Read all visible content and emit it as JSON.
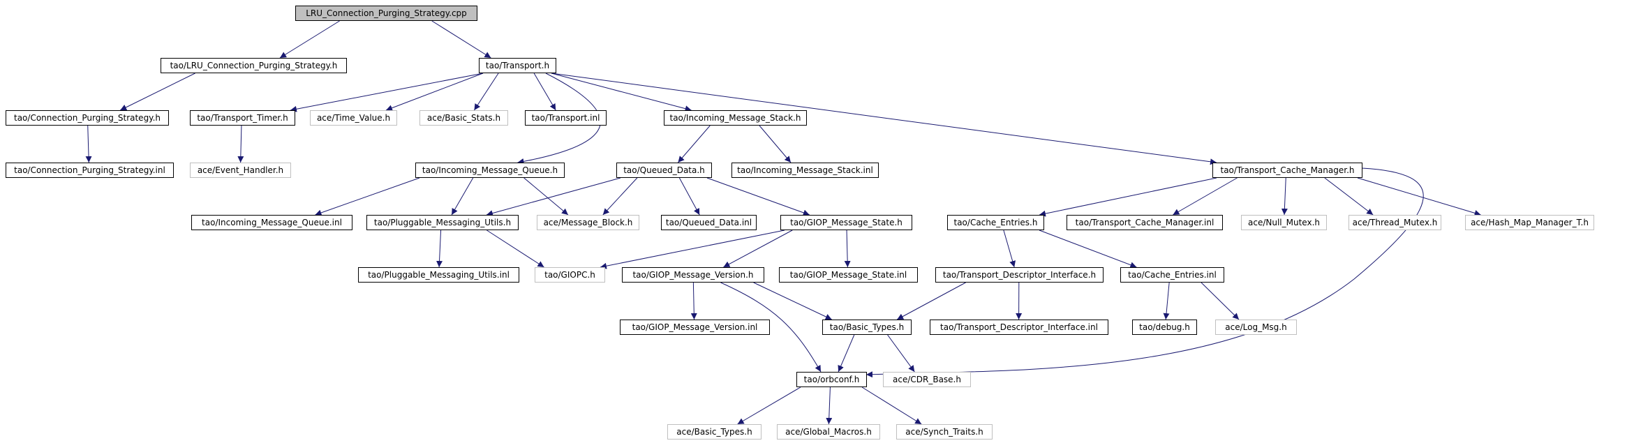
{
  "colors": {
    "edge": "#191970",
    "box_border_defined": "#000000",
    "box_border_external": "#bfbfbf",
    "root_fill": "#bfbfbf",
    "text": "#000000"
  },
  "graph": {
    "nodes": [
      {
        "id": "root",
        "label": "LRU_Connection_Purging_Strategy.cpp",
        "kind": "root"
      },
      {
        "id": "lru_h",
        "label": "tao/LRU_Connection_Purging_Strategy.h",
        "kind": "defined"
      },
      {
        "id": "transport_h",
        "label": "tao/Transport.h",
        "kind": "defined"
      },
      {
        "id": "cps_h",
        "label": "tao/Connection_Purging_Strategy.h",
        "kind": "defined"
      },
      {
        "id": "cps_inl",
        "label": "tao/Connection_Purging_Strategy.inl",
        "kind": "defined"
      },
      {
        "id": "timer_h",
        "label": "tao/Transport_Timer.h",
        "kind": "defined"
      },
      {
        "id": "event_h",
        "label": "ace/Event_Handler.h",
        "kind": "external"
      },
      {
        "id": "timevalue_h",
        "label": "ace/Time_Value.h",
        "kind": "external"
      },
      {
        "id": "basicstats_h",
        "label": "ace/Basic_Stats.h",
        "kind": "external"
      },
      {
        "id": "transport_inl",
        "label": "tao/Transport.inl",
        "kind": "defined"
      },
      {
        "id": "ims_h",
        "label": "tao/Incoming_Message_Stack.h",
        "kind": "defined"
      },
      {
        "id": "tcm_h",
        "label": "tao/Transport_Cache_Manager.h",
        "kind": "defined"
      },
      {
        "id": "imq_h",
        "label": "tao/Incoming_Message_Queue.h",
        "kind": "defined"
      },
      {
        "id": "qd_h",
        "label": "tao/Queued_Data.h",
        "kind": "defined"
      },
      {
        "id": "ims_inl",
        "label": "tao/Incoming_Message_Stack.inl",
        "kind": "defined"
      },
      {
        "id": "imq_inl",
        "label": "tao/Incoming_Message_Queue.inl",
        "kind": "defined"
      },
      {
        "id": "pmu_h",
        "label": "tao/Pluggable_Messaging_Utils.h",
        "kind": "defined"
      },
      {
        "id": "mb_h",
        "label": "ace/Message_Block.h",
        "kind": "external"
      },
      {
        "id": "qd_inl",
        "label": "tao/Queued_Data.inl",
        "kind": "defined"
      },
      {
        "id": "gms_h",
        "label": "tao/GIOP_Message_State.h",
        "kind": "defined"
      },
      {
        "id": "ce_h",
        "label": "tao/Cache_Entries.h",
        "kind": "defined"
      },
      {
        "id": "tcm_inl",
        "label": "tao/Transport_Cache_Manager.inl",
        "kind": "defined"
      },
      {
        "id": "nullmutex_h",
        "label": "ace/Null_Mutex.h",
        "kind": "external"
      },
      {
        "id": "threadmutex_h",
        "label": "ace/Thread_Mutex.h",
        "kind": "external"
      },
      {
        "id": "hmm_h",
        "label": "ace/Hash_Map_Manager_T.h",
        "kind": "external"
      },
      {
        "id": "pmu_inl",
        "label": "tao/Pluggable_Messaging_Utils.inl",
        "kind": "defined"
      },
      {
        "id": "giopc_h",
        "label": "tao/GIOPC.h",
        "kind": "external"
      },
      {
        "id": "gmv_h",
        "label": "tao/GIOP_Message_Version.h",
        "kind": "defined"
      },
      {
        "id": "gms_inl",
        "label": "tao/GIOP_Message_State.inl",
        "kind": "defined"
      },
      {
        "id": "tdi_h",
        "label": "tao/Transport_Descriptor_Interface.h",
        "kind": "defined"
      },
      {
        "id": "ce_inl",
        "label": "tao/Cache_Entries.inl",
        "kind": "defined"
      },
      {
        "id": "gmv_inl",
        "label": "tao/GIOP_Message_Version.inl",
        "kind": "defined"
      },
      {
        "id": "bt_h",
        "label": "tao/Basic_Types.h",
        "kind": "defined"
      },
      {
        "id": "tdi_inl",
        "label": "tao/Transport_Descriptor_Interface.inl",
        "kind": "defined"
      },
      {
        "id": "debug_h",
        "label": "tao/debug.h",
        "kind": "defined"
      },
      {
        "id": "logmsg_h",
        "label": "ace/Log_Msg.h",
        "kind": "external"
      },
      {
        "id": "orbconf_h",
        "label": "tao/orbconf.h",
        "kind": "defined"
      },
      {
        "id": "cdrbase_h",
        "label": "ace/CDR_Base.h",
        "kind": "external"
      },
      {
        "id": "acebt_h",
        "label": "ace/Basic_Types.h",
        "kind": "external"
      },
      {
        "id": "globalmacros_h",
        "label": "ace/Global_Macros.h",
        "kind": "external"
      },
      {
        "id": "synchtraits_h",
        "label": "ace/Synch_Traits.h",
        "kind": "external"
      }
    ],
    "edges": [
      [
        "root",
        "lru_h"
      ],
      [
        "root",
        "transport_h"
      ],
      [
        "lru_h",
        "cps_h"
      ],
      [
        "cps_h",
        "cps_inl"
      ],
      [
        "transport_h",
        "timer_h"
      ],
      [
        "transport_h",
        "timevalue_h"
      ],
      [
        "transport_h",
        "basicstats_h"
      ],
      [
        "transport_h",
        "transport_inl"
      ],
      [
        "transport_h",
        "ims_h"
      ],
      [
        "transport_h",
        "tcm_h"
      ],
      [
        "transport_h",
        "imq_h"
      ],
      [
        "timer_h",
        "event_h"
      ],
      [
        "ims_h",
        "qd_h"
      ],
      [
        "ims_h",
        "ims_inl"
      ],
      [
        "imq_h",
        "imq_inl"
      ],
      [
        "imq_h",
        "pmu_h"
      ],
      [
        "imq_h",
        "mb_h"
      ],
      [
        "qd_h",
        "pmu_h"
      ],
      [
        "qd_h",
        "mb_h"
      ],
      [
        "qd_h",
        "qd_inl"
      ],
      [
        "qd_h",
        "gms_h"
      ],
      [
        "pmu_h",
        "pmu_inl"
      ],
      [
        "pmu_h",
        "giopc_h"
      ],
      [
        "gms_h",
        "giopc_h"
      ],
      [
        "gms_h",
        "gmv_h"
      ],
      [
        "gms_h",
        "gms_inl"
      ],
      [
        "gmv_h",
        "gmv_inl"
      ],
      [
        "gmv_h",
        "bt_h"
      ],
      [
        "gmv_h",
        "orbconf_h"
      ],
      [
        "tcm_h",
        "ce_h"
      ],
      [
        "tcm_h",
        "tcm_inl"
      ],
      [
        "tcm_h",
        "nullmutex_h"
      ],
      [
        "tcm_h",
        "threadmutex_h"
      ],
      [
        "tcm_h",
        "hmm_h"
      ],
      [
        "tcm_h",
        "orbconf_h"
      ],
      [
        "ce_h",
        "tdi_h"
      ],
      [
        "ce_h",
        "ce_inl"
      ],
      [
        "tdi_h",
        "bt_h"
      ],
      [
        "tdi_h",
        "tdi_inl"
      ],
      [
        "ce_inl",
        "debug_h"
      ],
      [
        "ce_inl",
        "logmsg_h"
      ],
      [
        "bt_h",
        "orbconf_h"
      ],
      [
        "bt_h",
        "cdrbase_h"
      ],
      [
        "orbconf_h",
        "acebt_h"
      ],
      [
        "orbconf_h",
        "globalmacros_h"
      ],
      [
        "orbconf_h",
        "synchtraits_h"
      ]
    ]
  }
}
